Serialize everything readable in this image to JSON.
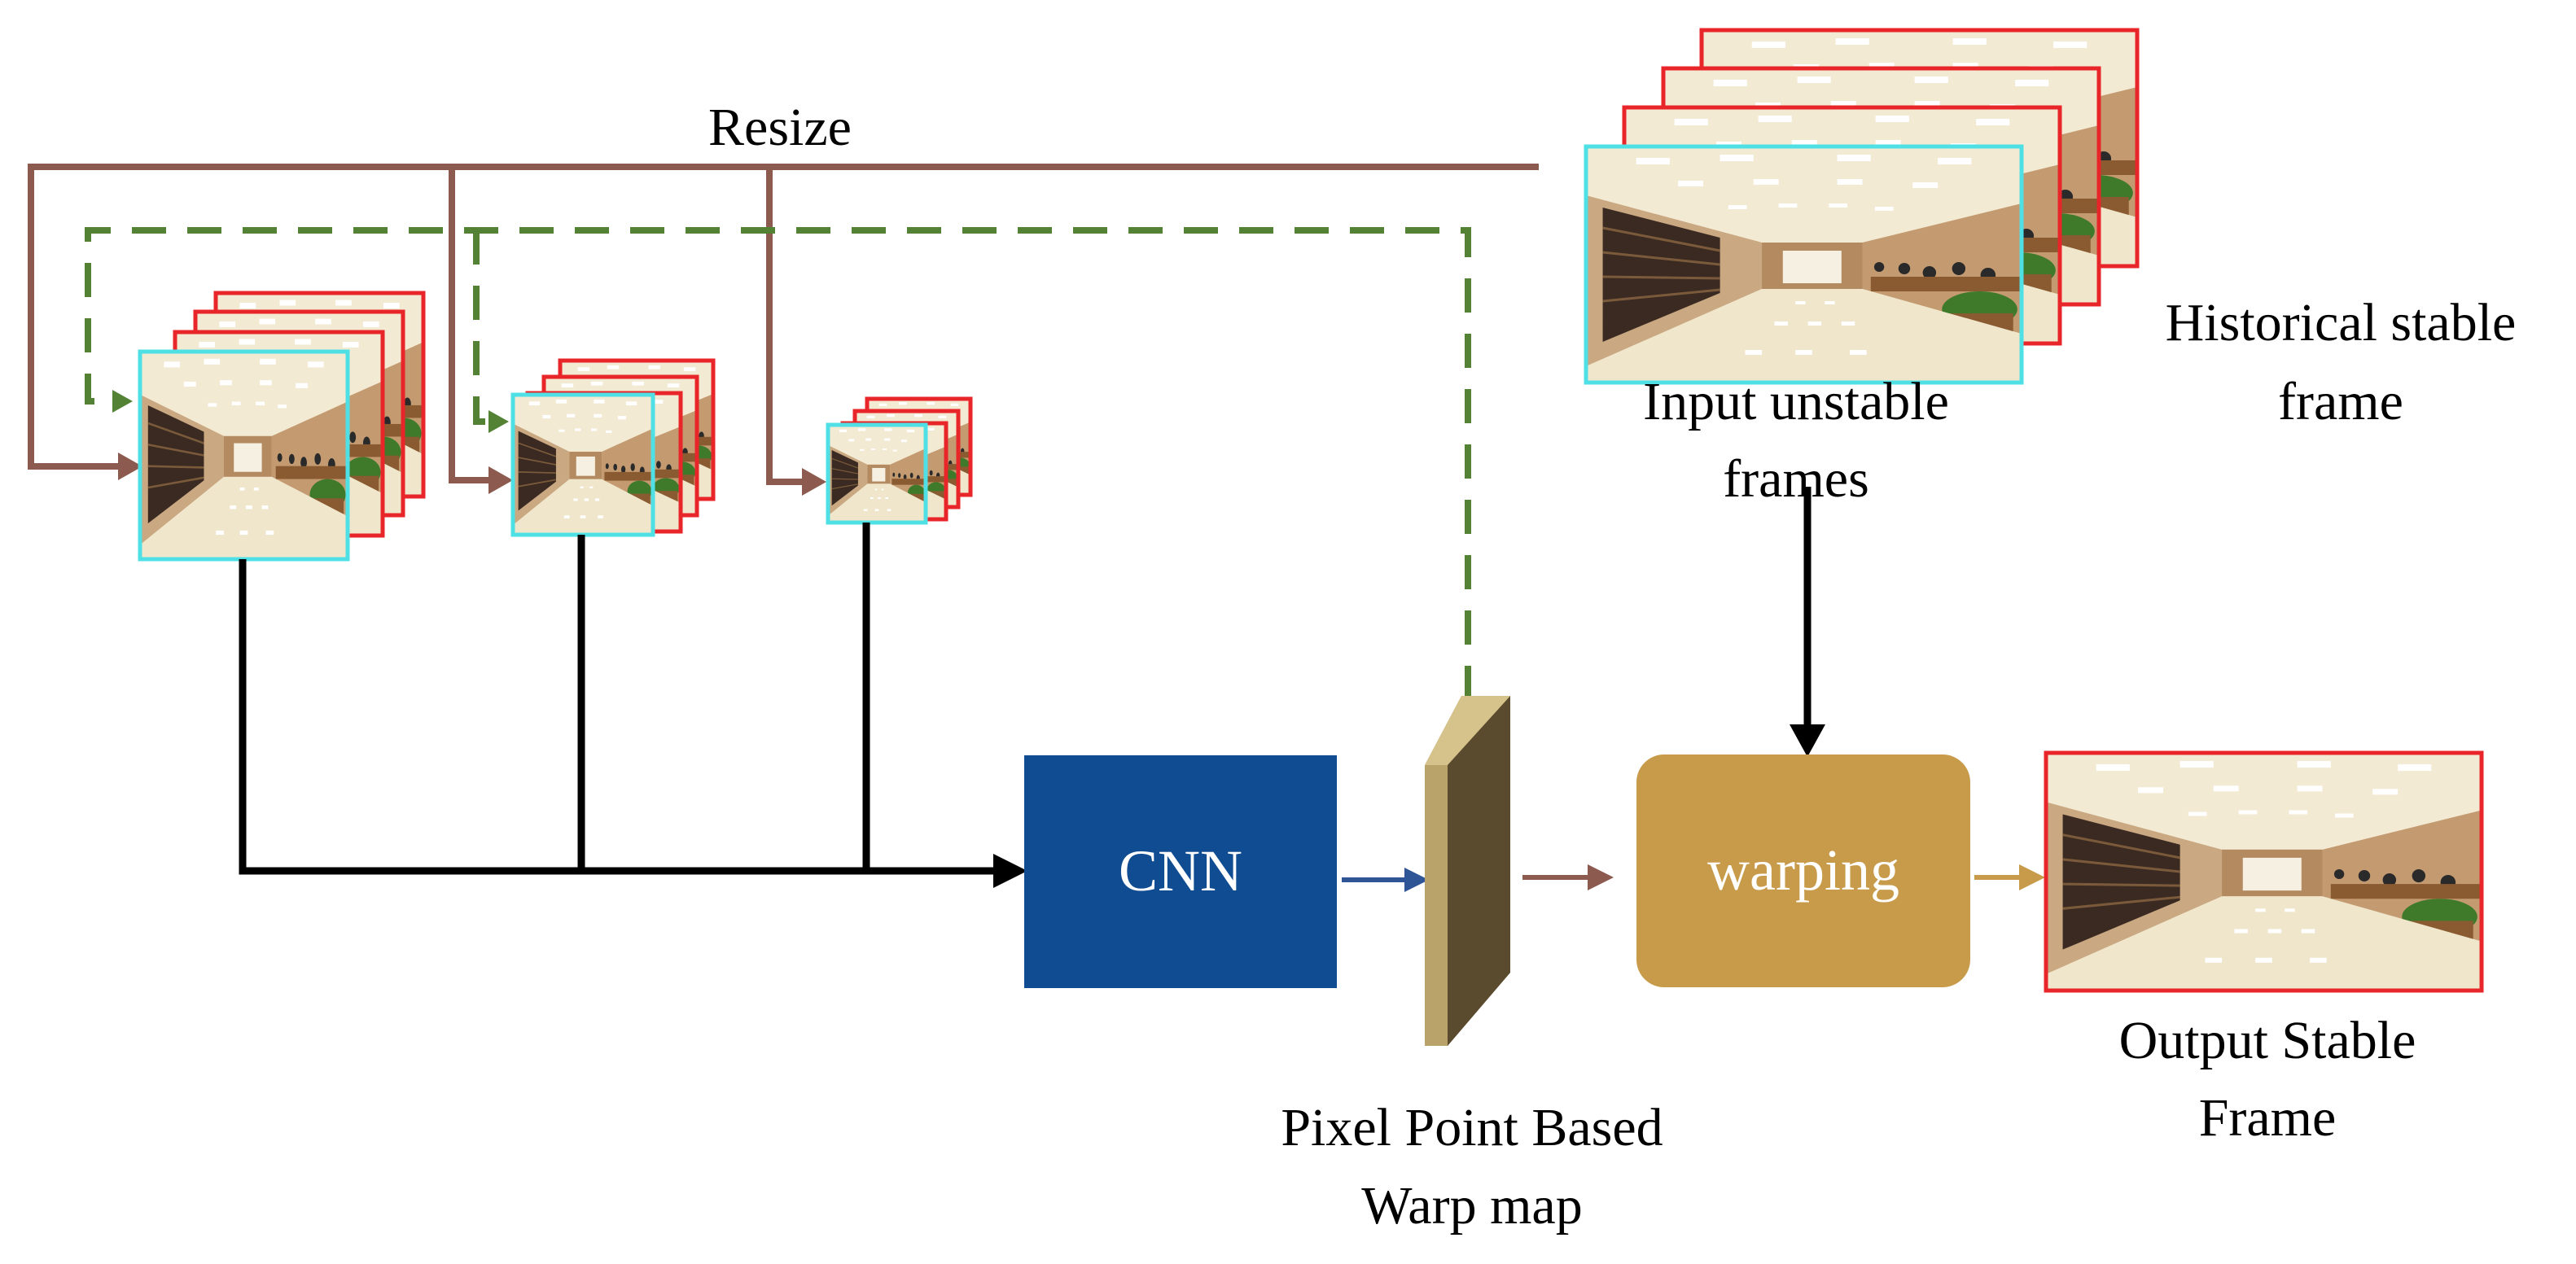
{
  "labels": {
    "resize": "Resize",
    "cnn": "CNN",
    "warping": "warping",
    "input_line1": "Input unstable",
    "input_line2": "frames",
    "historical_line1": "Historical stable",
    "historical_line2": "frame",
    "warp_map_line1": "Pixel Point Based",
    "warp_map_line2": "Warp map",
    "output_line1": "Output Stable",
    "output_line2": "Frame"
  },
  "colors": {
    "resize_arrow": "#8c5a4e",
    "dashed_feedback": "#548235",
    "cnn_box": "#0f4c92",
    "warping_box": "#c89b4b",
    "warp_map_front": "#5b4b2e",
    "warp_map_side": "#b9a36a",
    "frame_border_historical": "#e8262a",
    "frame_border_input": "#4fe0e6",
    "main_arrows": "#000000",
    "cnn_to_map_arrow": "#2f5597",
    "warping_to_output_arrow": "#c89b4b"
  },
  "icons": {
    "frame_image": "library-hall-photo"
  }
}
